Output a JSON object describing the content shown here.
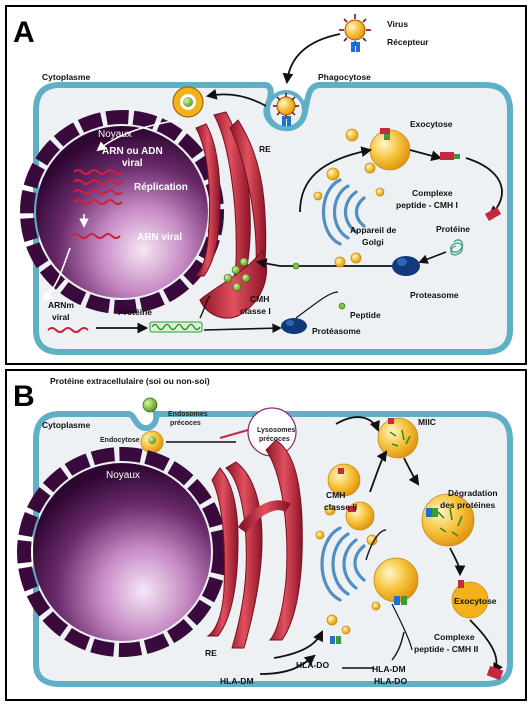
{
  "colors": {
    "cell_fill": "#eef1f4",
    "membrane": "#5fb0c7",
    "nucleus_dark": "#3a0a3c",
    "nucleus_light": "#f4e1f2",
    "er_red": "#c32a3e",
    "vesicle_yellow": "#f3b21c",
    "golgi": "#4f8fc4",
    "proteasome": "#123a7a",
    "arrow": "#111111"
  },
  "panel_a": {
    "letter": "A",
    "virus": "Virus",
    "recepteur": "Récepteur",
    "cytoplasme": "Cytoplasme",
    "phagocytose": "Phagocytose",
    "noyaux": "Noyaux",
    "arn_adn_1": "ARN ou ADN",
    "arn_adn_2": "viral",
    "replication": "Réplication",
    "arn_viral": "ARN viral",
    "re": "RE",
    "exocytose": "Exocytose",
    "complexe_1": "Complexe",
    "complexe_2": "peptide - CMH I",
    "proteine_right": "Protéine",
    "golgi_1": "Appareil de",
    "golgi_2": "Golgi",
    "proteasome": "Proteasome",
    "arnm_1": "ARNm",
    "arnm_2": "viral",
    "proteine_bottom": "Protéine",
    "cmh_1": "CMH",
    "cmh_2": "classe I",
    "peptide": "Peptide",
    "proteasome_bottom": "Protéasome"
  },
  "panel_b": {
    "letter": "B",
    "title": "Protéine extracellulaire (soi ou non-soi)",
    "cytoplasme": "Cytoplasme",
    "endocytose": "Endocytose",
    "endosomes_1": "Endosomes",
    "endosomes_2": "précoces",
    "lysosomes_1": "Lysosomes",
    "lysosomes_2": "précoces",
    "miic": "MIIC",
    "noyaux": "Noyaux",
    "cmh_1": "CMH",
    "cmh_2": "classe II",
    "degradation_1": "Dégradation",
    "degradation_2": "des protéines",
    "exocytose": "Exocytose",
    "complexe_1": "Complexe",
    "complexe_2": "peptide - CMH II",
    "re": "RE",
    "hla_dm_left": "HLA-DM",
    "hla_do_mid": "HLA-DO",
    "hla_dm_right": "HLA-DM",
    "hla_do_right": "HLA-DO"
  }
}
